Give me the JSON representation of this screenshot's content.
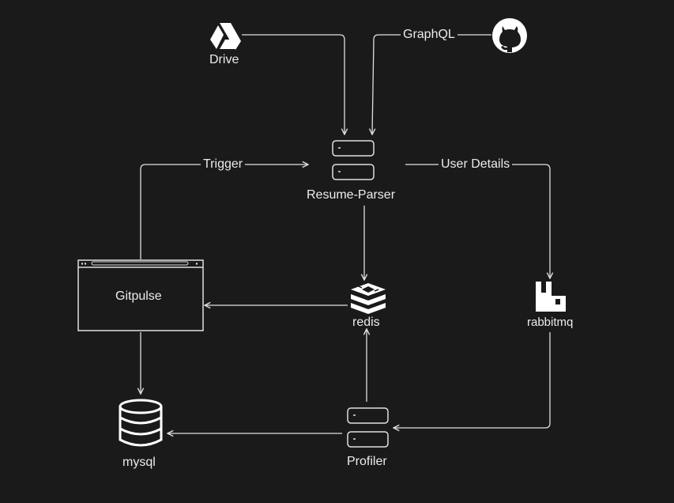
{
  "nodes": {
    "drive": {
      "label": "Drive"
    },
    "github": {
      "label": ""
    },
    "resume_parser": {
      "label": "Resume-Parser"
    },
    "gitpulse": {
      "label": "Gitpulse"
    },
    "redis": {
      "label": "redis"
    },
    "rabbitmq": {
      "label": "rabbitmq"
    },
    "mysql": {
      "label": "mysql"
    },
    "profiler": {
      "label": "Profiler"
    }
  },
  "edges": {
    "graphql": {
      "label": "GraphQL"
    },
    "trigger": {
      "label": "Trigger"
    },
    "user_details": {
      "label": "User Details"
    }
  },
  "colors": {
    "background": "#1b1a1b",
    "stroke": "#e0e0e0",
    "text": "#ececec"
  }
}
